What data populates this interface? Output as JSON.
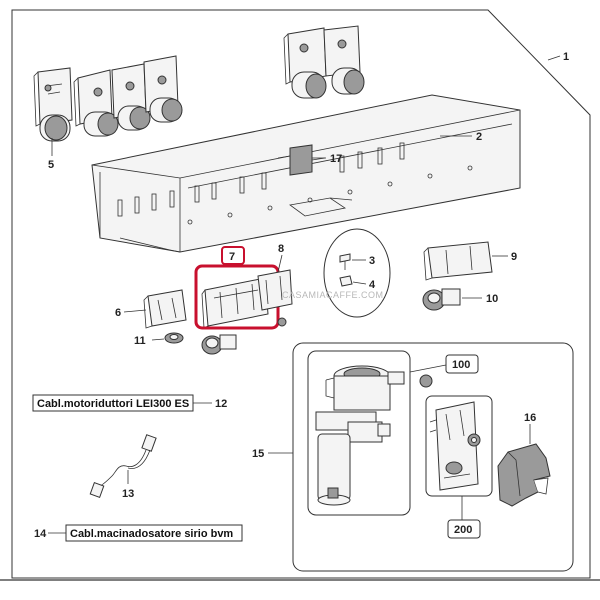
{
  "callouts": {
    "c1": "1",
    "c2": "2",
    "c3": "3",
    "c4": "4",
    "c5": "5",
    "c6": "6",
    "c7": "7",
    "c8": "8",
    "c9": "9",
    "c10": "10",
    "c11": "11",
    "c12": "12",
    "c13": "13",
    "c14": "14",
    "c15": "15",
    "c16": "16",
    "c17": "17",
    "c100": "100",
    "c200": "200"
  },
  "labels": {
    "cable_12": "Cabl.motoriduttori LEI300 ES",
    "cable_14": "Cabl.macinadosatore sirio bvm"
  },
  "watermark": "CASAMIACAFFE.COM",
  "colors": {
    "highlight": "#c8102e",
    "line": "#333333"
  }
}
